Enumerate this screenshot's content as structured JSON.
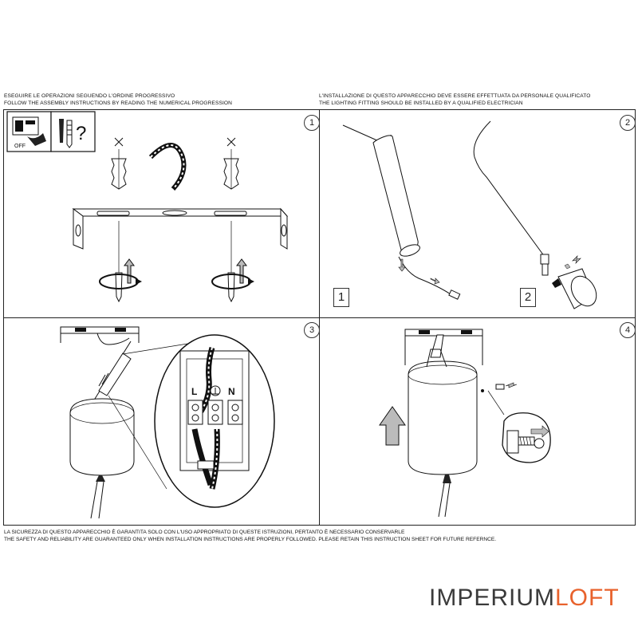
{
  "header_left": {
    "line1": "ESEGUIRE LE OPERAZIONI SEGUENDO L'ORDINE PROGRESSIVO",
    "line2": "FOLLOW THE ASSEMBLY INSTRUCTIONS BY READING THE NUMERICAL PROGRESSION"
  },
  "header_right": {
    "line1": "L'INSTALLAZIONE DI QUESTO APPARECCHIO DEVE ESSERE EFFETTUATA DA PERSONALE QUALIFICATO",
    "line2": "THE LIGHTING FITTING SHOULD BE INSTALLED BY A QUALIFIED ELECTRICIAN"
  },
  "steps": [
    "1",
    "2",
    "3",
    "4"
  ],
  "substeps": [
    "1",
    "2"
  ],
  "switch_label": "OFF",
  "question_mark": "?",
  "terminal_labels": {
    "live": "L",
    "neutral": "N"
  },
  "footer": {
    "line1": "LA SICUREZZA DI QUESTO APPARECCHIO È GARANTITA SOLO CON L'USO APPROPRIATO DI QUESTE ISTRUZIONI, PERTANTO È NECESSARIO CONSERVARLE",
    "line2": "THE SAFETY AND RELIABILITY ARE GUARANTEED ONLY WHEN INSTALLATION INSTRUCTIONS ARE PROPERLY FOLLOWED. PLEASE RETAIN THIS INSTRUCTION SHEET FOR FUTURE REFERNCE."
  },
  "brand": {
    "part1": "IMPERIUM",
    "part2": "LOFT",
    "color1": "#3a3a3a",
    "color2": "#e8622c"
  }
}
